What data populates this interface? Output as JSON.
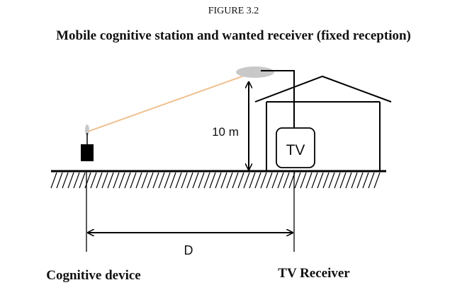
{
  "figure": {
    "label": "FIGURE 3.2",
    "title": "Mobile cognitive station and wanted receiver (fixed reception)"
  },
  "diagram": {
    "height_label": "10 m",
    "tv_label": "TV",
    "distance_label": "D",
    "left_caption": "Cognitive device",
    "right_caption": "TV Receiver",
    "colors": {
      "line": "#000000",
      "link": "#f0c090",
      "antenna": "#c8c8c8"
    }
  }
}
